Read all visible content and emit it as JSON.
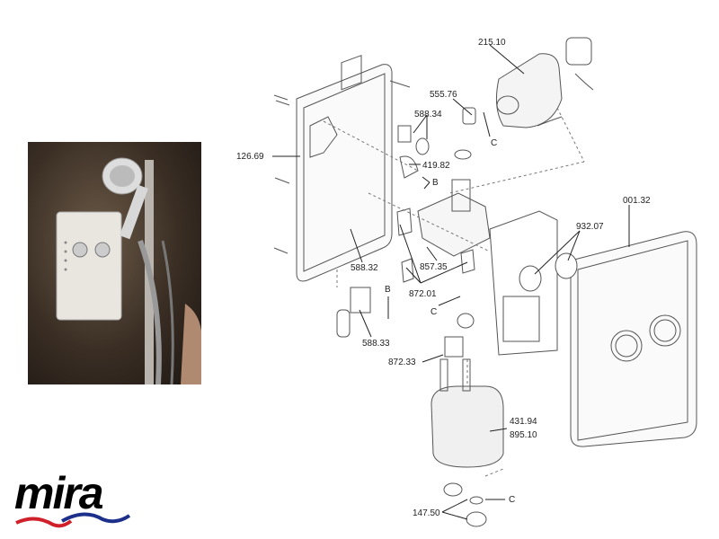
{
  "logo": {
    "text": "mira",
    "colors": {
      "text": "#000000",
      "wave_red": "#d0202a",
      "wave_blue": "#1c2f8a"
    }
  },
  "photo": {
    "icon": "shower-unit-photo"
  },
  "diagram": {
    "labels": {
      "p215_10": "215.10",
      "p555_76": "555.76",
      "p588_34": "588.34",
      "c1": "C",
      "p126_69": "126.69",
      "p419_82": "419.82",
      "b1": "B",
      "p001_32": "001.32",
      "p932_07": "932.07",
      "p588_32": "588.32",
      "p857_35": "857.35",
      "p872_01": "872.01",
      "b2": "B",
      "c2": "C",
      "p588_33": "588.33",
      "p872_33": "872.33",
      "p431_94": "431.94",
      "p895_10": "895.10",
      "c3": "C",
      "p147_50": "147.50"
    }
  }
}
